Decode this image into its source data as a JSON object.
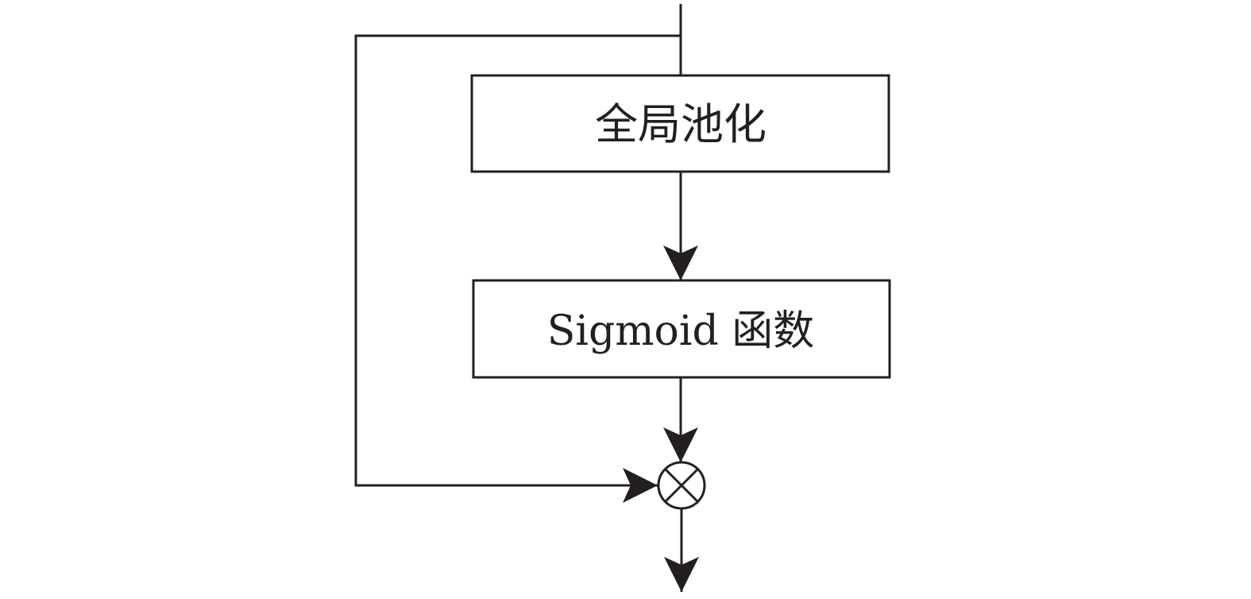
{
  "diagram": {
    "nodes": {
      "global_pool": {
        "label": "全局池化"
      },
      "sigmoid": {
        "label": "Sigmoid 函数"
      },
      "multiply": {
        "symbol": "⊗"
      }
    },
    "edges": [
      {
        "from": "input",
        "to": "global_pool"
      },
      {
        "from": "global_pool",
        "to": "sigmoid"
      },
      {
        "from": "sigmoid",
        "to": "multiply"
      },
      {
        "from": "input",
        "to": "multiply",
        "kind": "skip-connection"
      },
      {
        "from": "multiply",
        "to": "output"
      }
    ],
    "colors": {
      "stroke": "#231f20",
      "background": "#ffffff"
    }
  }
}
